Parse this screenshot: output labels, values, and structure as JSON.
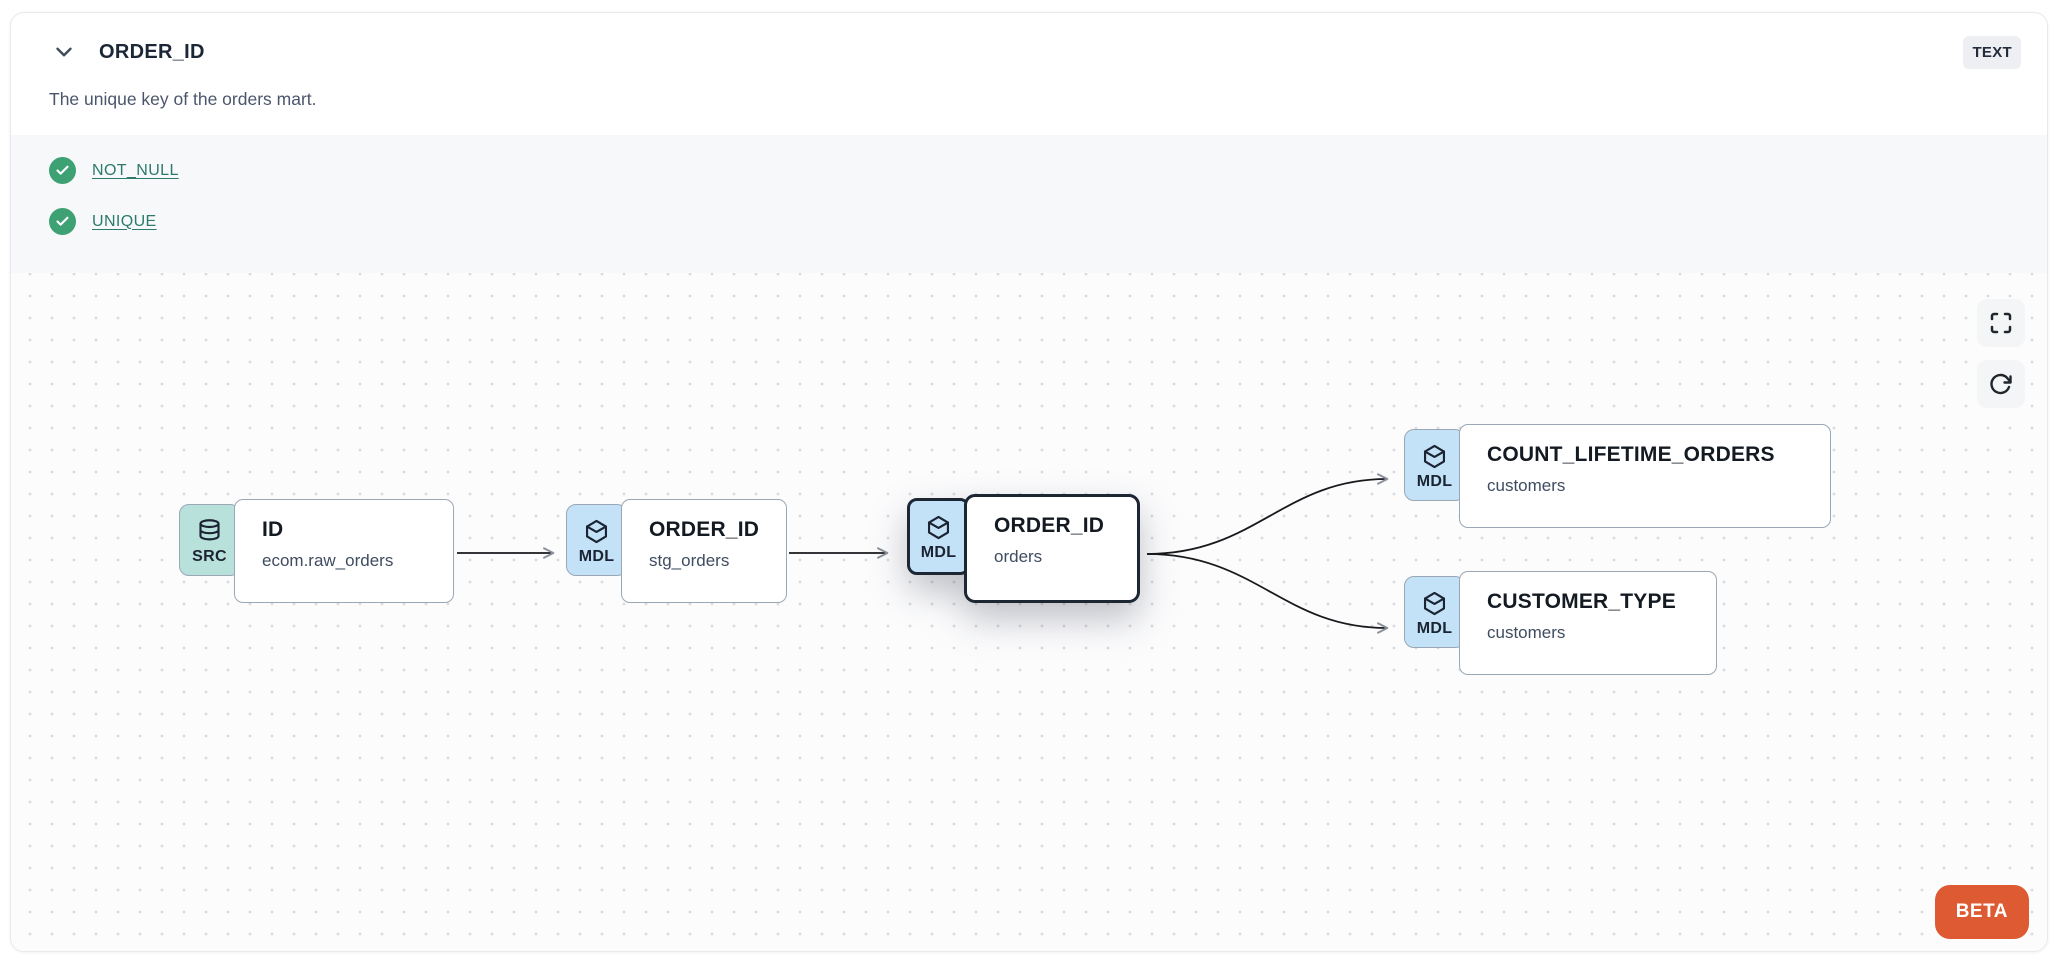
{
  "header": {
    "collapse_icon": "chevron-down",
    "title": "ORDER_ID",
    "type_badge": "TEXT",
    "description": "The unique key of the orders mart."
  },
  "tests": {
    "status_icon": "check-circle",
    "items": [
      {
        "label": "NOT_NULL"
      },
      {
        "label": "UNIQUE"
      }
    ]
  },
  "canvas": {
    "controls": {
      "fullscreen_icon": "fullscreen",
      "refresh_icon": "refresh"
    },
    "nodes": [
      {
        "badge": "SRC",
        "icon": "database",
        "title": "ID",
        "subtitle": "ecom.raw_orders",
        "selected": false
      },
      {
        "badge": "MDL",
        "icon": "cube",
        "title": "ORDER_ID",
        "subtitle": "stg_orders",
        "selected": false
      },
      {
        "badge": "MDL",
        "icon": "cube",
        "title": "ORDER_ID",
        "subtitle": "orders",
        "selected": true
      },
      {
        "badge": "MDL",
        "icon": "cube",
        "title": "COUNT_LIFETIME_ORDERS",
        "subtitle": "customers",
        "selected": false
      },
      {
        "badge": "MDL",
        "icon": "cube",
        "title": "CUSTOMER_TYPE",
        "subtitle": "customers",
        "selected": false
      }
    ],
    "beta_label": "BETA"
  },
  "colors": {
    "src_badge_bg": "#b9e1dc",
    "mdl_badge_bg": "#c3e2f8",
    "node_border": "#9aa7b4",
    "selected_border": "#1d2633",
    "test_link": "#2c7a6c",
    "check_green": "#3da173",
    "beta_bg": "#dd5a33",
    "edge": "#17191c"
  }
}
